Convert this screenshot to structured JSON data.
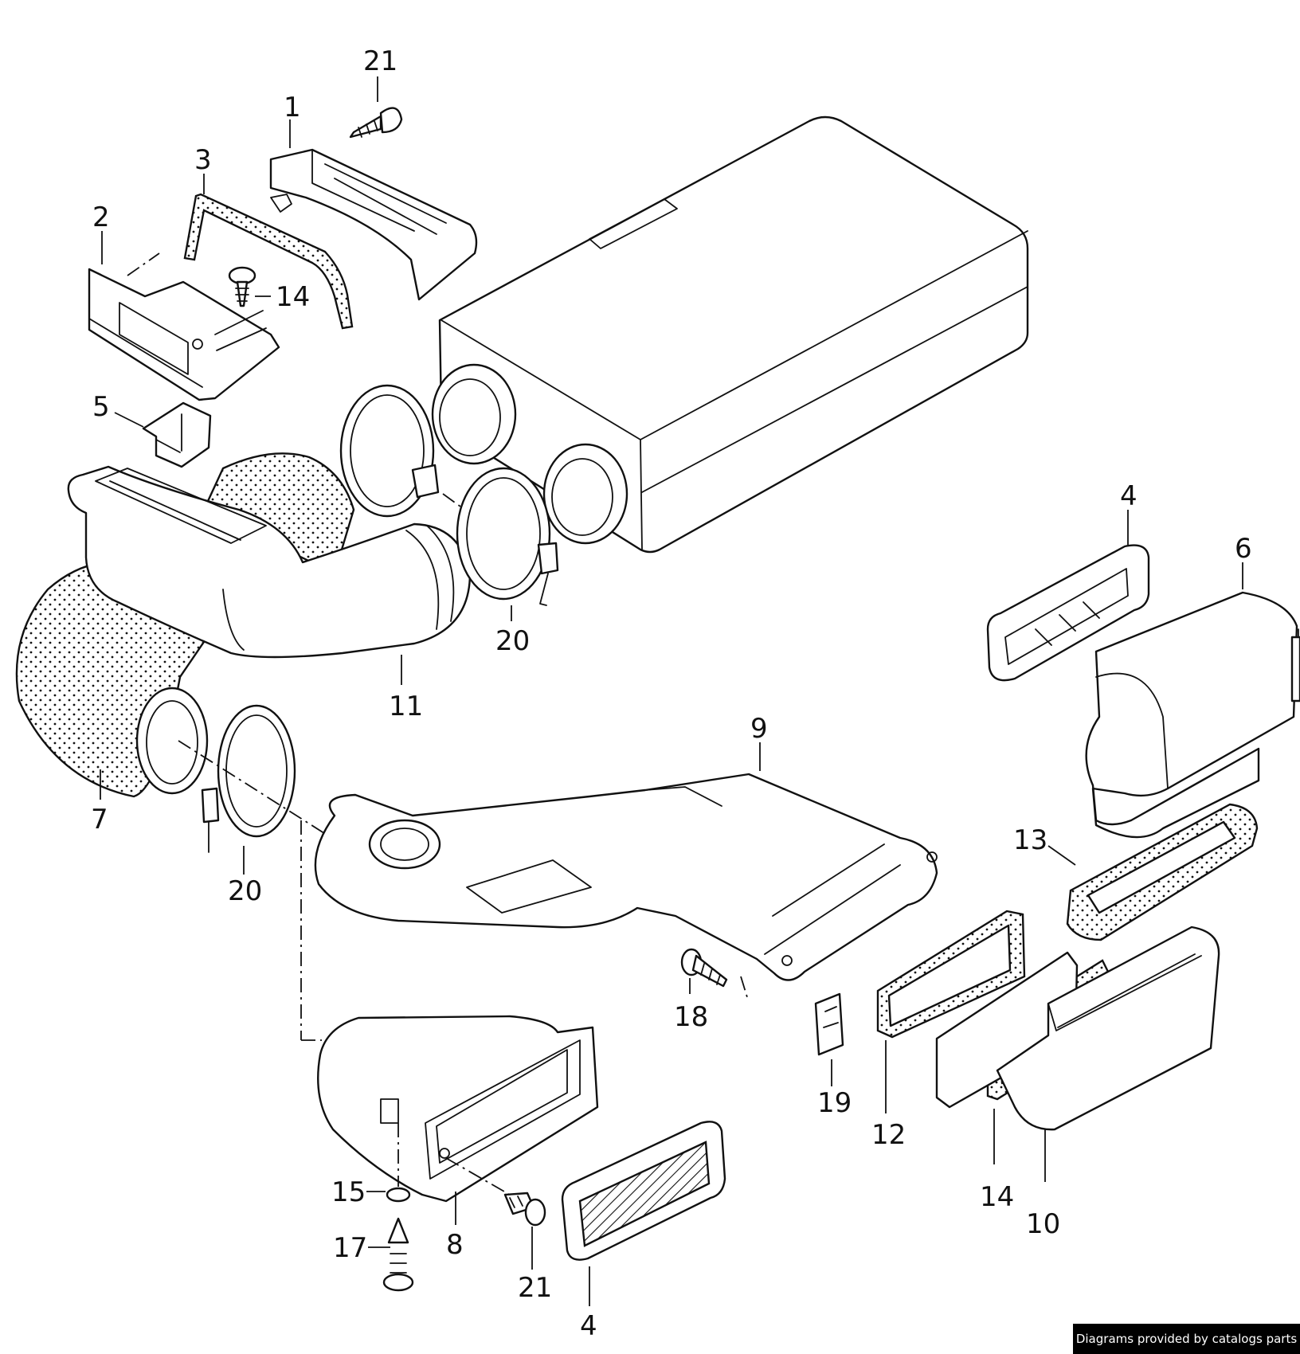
{
  "diagram": {
    "callouts": [
      {
        "id": "c21a",
        "text": "21"
      },
      {
        "id": "c1",
        "text": "1"
      },
      {
        "id": "c3",
        "text": "3"
      },
      {
        "id": "c2",
        "text": "2"
      },
      {
        "id": "c14a",
        "text": "14"
      },
      {
        "id": "c5",
        "text": "5"
      },
      {
        "id": "c11",
        "text": "11"
      },
      {
        "id": "c20a",
        "text": "20"
      },
      {
        "id": "c4a",
        "text": "4"
      },
      {
        "id": "c6",
        "text": "6"
      },
      {
        "id": "c7",
        "text": "7"
      },
      {
        "id": "c20b",
        "text": "20"
      },
      {
        "id": "c9",
        "text": "9"
      },
      {
        "id": "c13",
        "text": "13"
      },
      {
        "id": "c18",
        "text": "18"
      },
      {
        "id": "c19",
        "text": "19"
      },
      {
        "id": "c12",
        "text": "12"
      },
      {
        "id": "c14b",
        "text": "14"
      },
      {
        "id": "c10",
        "text": "10"
      },
      {
        "id": "c15",
        "text": "15"
      },
      {
        "id": "c17",
        "text": "17"
      },
      {
        "id": "c8",
        "text": "8"
      },
      {
        "id": "c21b",
        "text": "21"
      },
      {
        "id": "c4b",
        "text": "4"
      }
    ]
  },
  "watermark": "Diagrams provided by catalogs parts"
}
